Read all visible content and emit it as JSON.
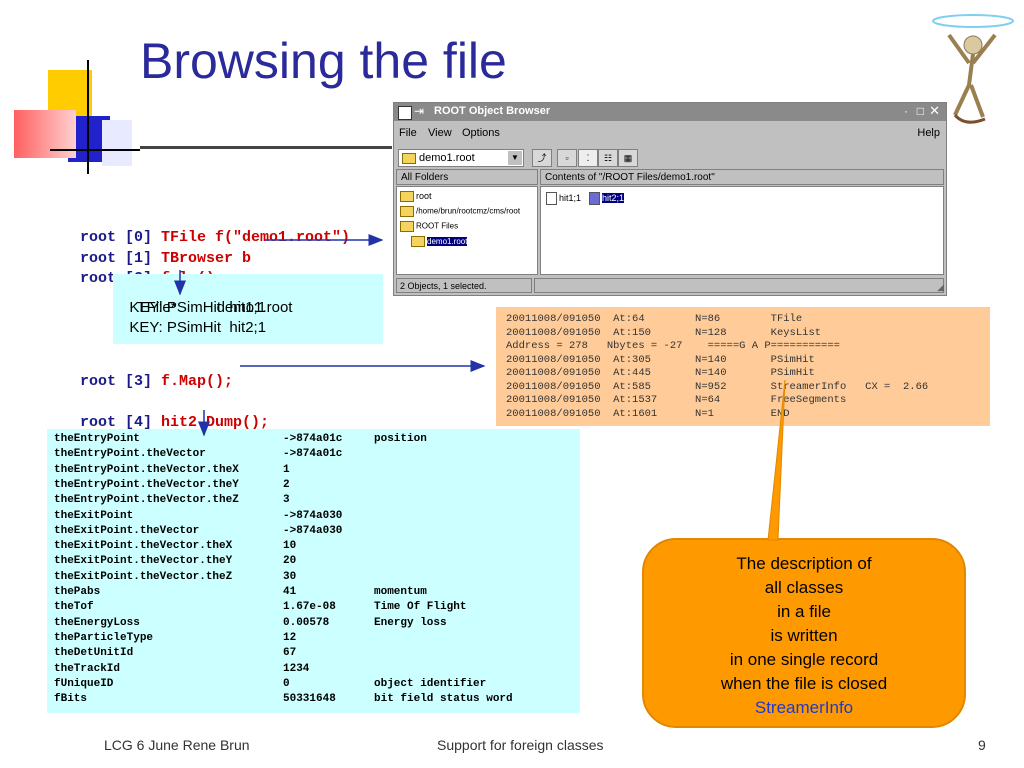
{
  "slide": {
    "title": "Browsing the file",
    "page_number": "9"
  },
  "footer": {
    "left": "LCG 6 June  Rene Brun",
    "center": "Support for foreign classes"
  },
  "commands": [
    {
      "prompt": "root [0] ",
      "code": "TFile f(\"demo1.root\")"
    },
    {
      "prompt": "root [1] ",
      "code": "TBrowser b"
    },
    {
      "prompt": "root [2] ",
      "code": "f.ls();"
    },
    {
      "prompt": "root [3] ",
      "code": "f.Map();"
    },
    {
      "prompt": "root [4] ",
      "code": "hit2.Dump();"
    }
  ],
  "ls_output": {
    "line1_a": "TFile*",
    "line1_b": "demo1.root",
    "line2": "  KEY: PSimHit  hit1;1",
    "line3": "  KEY: PSimHit  hit2;1"
  },
  "map_output": [
    "20011008/091050  At:64        N=86        TFile",
    "20011008/091050  At:150       N=128       KeysList",
    "Address = 278   Nbytes = -27    =====G A P===========",
    "20011008/091050  At:305       N=140       PSimHit",
    "20011008/091050  At:445       N=140       PSimHit",
    "20011008/091050  At:585       N=952       StreamerInfo   CX =  2.66",
    "20011008/091050  At:1537      N=64        FreeSegments",
    "20011008/091050  At:1601      N=1         END"
  ],
  "dump_rows": [
    {
      "name": "theEntryPoint",
      "value": "->874a01c",
      "comment": "position"
    },
    {
      "name": "theEntryPoint.theVector",
      "value": "->874a01c",
      "comment": ""
    },
    {
      "name": "theEntryPoint.theVector.theX",
      "value": "1",
      "comment": ""
    },
    {
      "name": "theEntryPoint.theVector.theY",
      "value": "2",
      "comment": ""
    },
    {
      "name": "theEntryPoint.theVector.theZ",
      "value": "3",
      "comment": ""
    },
    {
      "name": "theExitPoint",
      "value": "->874a030",
      "comment": ""
    },
    {
      "name": "theExitPoint.theVector",
      "value": "->874a030",
      "comment": ""
    },
    {
      "name": "theExitPoint.theVector.theX",
      "value": "10",
      "comment": ""
    },
    {
      "name": "theExitPoint.theVector.theY",
      "value": "20",
      "comment": ""
    },
    {
      "name": "theExitPoint.theVector.theZ",
      "value": "30",
      "comment": ""
    },
    {
      "name": "thePabs",
      "value": "41",
      "comment": "momentum"
    },
    {
      "name": "theTof",
      "value": "1.67e-08",
      "comment": "Time Of Flight"
    },
    {
      "name": "theEnergyLoss",
      "value": "0.00578",
      "comment": "Energy loss"
    },
    {
      "name": "theParticleType",
      "value": "12",
      "comment": ""
    },
    {
      "name": "theDetUnitId",
      "value": "67",
      "comment": ""
    },
    {
      "name": "theTrackId",
      "value": "1234",
      "comment": ""
    },
    {
      "name": "fUniqueID",
      "value": "0",
      "comment": "object identifier"
    },
    {
      "name": "fBits",
      "value": "50331648",
      "comment": "bit field status word"
    }
  ],
  "callout": {
    "lines": [
      "The description of",
      "all classes",
      "in a file",
      "is written",
      "in one single record",
      "when the file is closed"
    ],
    "highlight": "StreamerInfo"
  },
  "browser": {
    "title": "ROOT Object Browser",
    "menu": {
      "file": "File",
      "view": "View",
      "options": "Options",
      "help": "Help"
    },
    "file_select": "demo1.root",
    "left_header": "All Folders",
    "right_header": "Contents of \"/ROOT Files/demo1.root\"",
    "tree": [
      "root",
      "/home/brun/rootcmz/cms/root",
      "ROOT Files",
      "demo1.root"
    ],
    "items": [
      "hit1;1",
      "hit2;1"
    ],
    "status": "2 Objects, 1 selected."
  },
  "colors": {
    "title": "#2a2a9a",
    "prompt": "#1a1a8a",
    "command": "#cc0000",
    "ls_box": "#ccffff",
    "map_box": "#ffcc99",
    "callout": "#ff9900",
    "highlight": "#1f39c8"
  }
}
